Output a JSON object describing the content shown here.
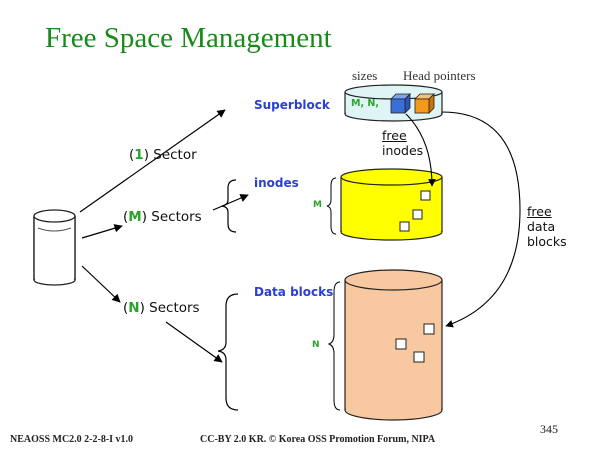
{
  "title": "Free Space Management",
  "header_labels": {
    "sizes": "sizes",
    "head_pointers": "Head pointers"
  },
  "sectors": {
    "one": {
      "open": "(",
      "var": "1",
      "close": ") Sector"
    },
    "m": {
      "open": "(",
      "var": "M",
      "close": ") Sectors"
    },
    "n": {
      "open": "(",
      "var": "N",
      "close": ") Sectors"
    }
  },
  "regions": {
    "superblock": "Superblock",
    "inodes": "inodes",
    "data_blocks": "Data blocks"
  },
  "superblock_fields": "M, N,",
  "side_vars": {
    "m": "M",
    "n": "N"
  },
  "notes": {
    "free_inodes": [
      "free",
      "inodes"
    ],
    "free_data_blocks": [
      "free",
      "data",
      "blocks"
    ]
  },
  "footer": {
    "left": "NEAOSS MC2.0 2-2-8-I v1.0",
    "center": "CC-BY 2.0 KR. © Korea OSS Promotion Forum, NIPA",
    "page": "345"
  },
  "colors": {
    "title": "#1a8a1a",
    "label_blue": "#2a3fd6",
    "var_green": "#28a428",
    "superblock_fill": "#dff4f4",
    "inodes_fill": "#ffff00",
    "datablocks_fill": "#f8c8a0",
    "cube_blue": "#3a6fd8",
    "cube_orange": "#f39a1e"
  }
}
